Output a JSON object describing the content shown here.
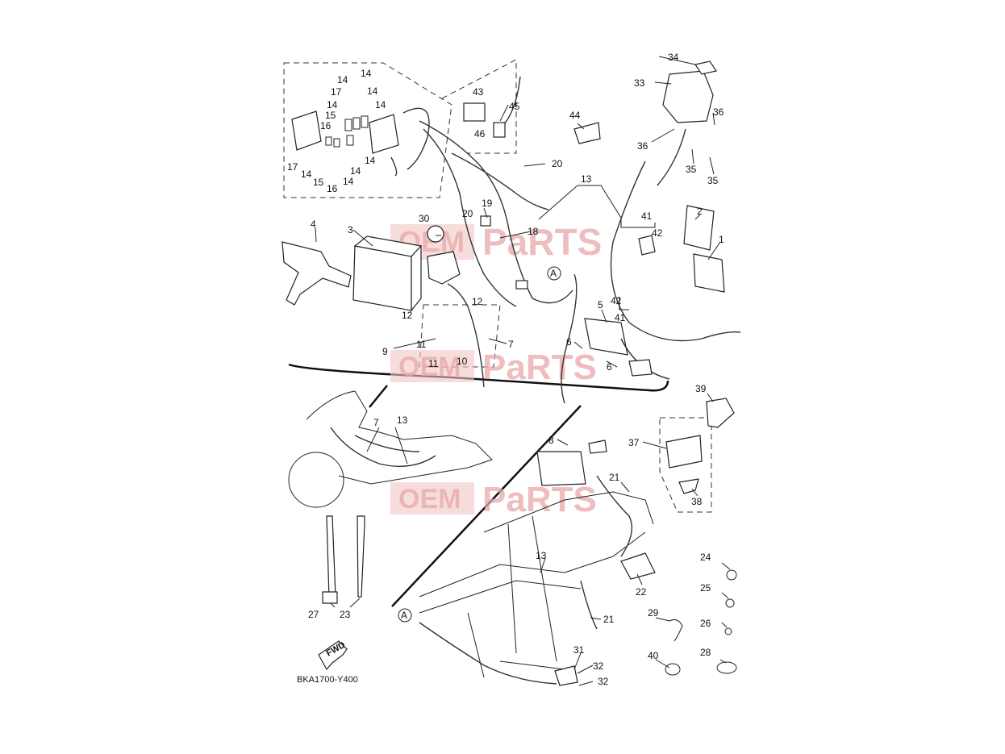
{
  "diagram": {
    "code": "BKA1700-Y400",
    "fwd_label": "FWD",
    "watermark": {
      "oem": "OEM",
      "parts": "PaRTS"
    },
    "connector_label": "A",
    "callouts": [
      "1",
      "2",
      "3",
      "4",
      "5",
      "6",
      "7",
      "8",
      "9",
      "10",
      "11",
      "12",
      "13",
      "14",
      "15",
      "16",
      "17",
      "18",
      "19",
      "20",
      "21",
      "22",
      "23",
      "24",
      "25",
      "26",
      "27",
      "28",
      "29",
      "30",
      "31",
      "32",
      "33",
      "34",
      "35",
      "36",
      "37",
      "38",
      "39",
      "40",
      "41",
      "42",
      "43",
      "44",
      "45",
      "46"
    ],
    "colors": {
      "line": "#222222",
      "watermark": "#e9a9a9"
    }
  }
}
